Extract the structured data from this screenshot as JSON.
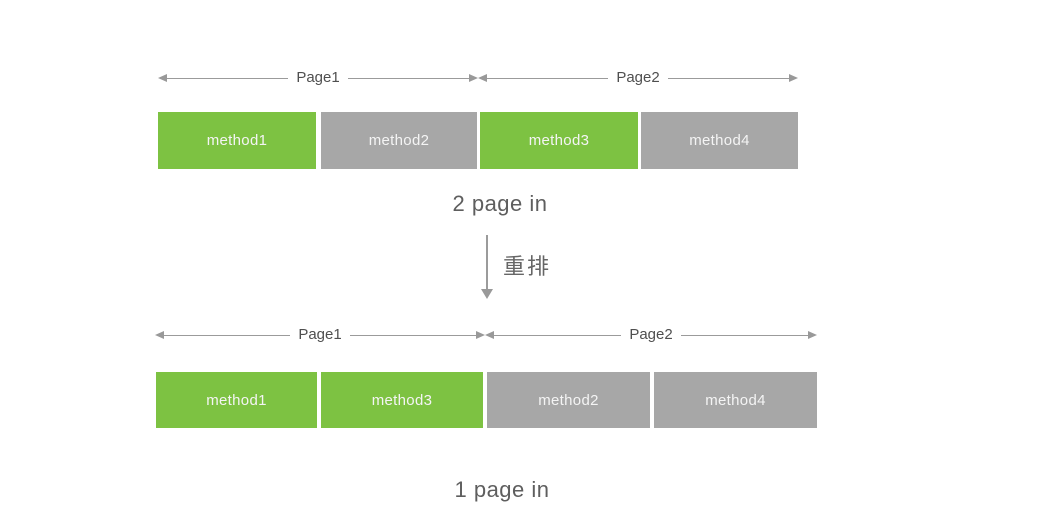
{
  "top_section": {
    "pages": [
      {
        "label": "Page1"
      },
      {
        "label": "Page2"
      }
    ],
    "blocks": [
      {
        "label": "method1",
        "color": "#7dc242",
        "page": "Page1"
      },
      {
        "label": "method2",
        "color": "#a7a7a7",
        "page": "Page1"
      },
      {
        "label": "method3",
        "color": "#7dc242",
        "page": "Page2"
      },
      {
        "label": "method4",
        "color": "#a7a7a7",
        "page": "Page2"
      }
    ],
    "caption": "2 page in"
  },
  "transition": {
    "label": "重排"
  },
  "bottom_section": {
    "pages": [
      {
        "label": "Page1"
      },
      {
        "label": "Page2"
      }
    ],
    "blocks": [
      {
        "label": "method1",
        "color": "#7dc242",
        "page": "Page1"
      },
      {
        "label": "method3",
        "color": "#7dc242",
        "page": "Page1"
      },
      {
        "label": "method2",
        "color": "#a7a7a7",
        "page": "Page2"
      },
      {
        "label": "method4",
        "color": "#a7a7a7",
        "page": "Page2"
      }
    ],
    "caption": "1 page in"
  },
  "colors": {
    "green": "#7dc242",
    "gray": "#a7a7a7",
    "arrow": "#999999",
    "caption_text": "#5e5e5e"
  }
}
